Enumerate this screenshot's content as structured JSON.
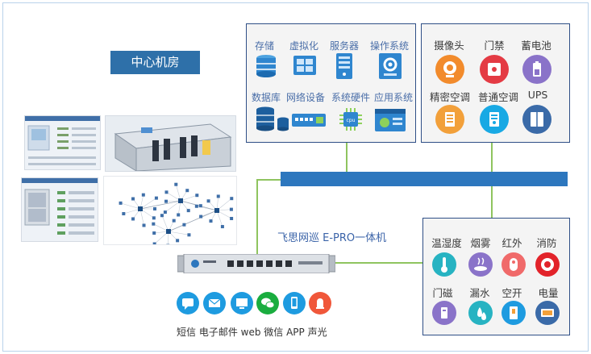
{
  "center_title": "中心机房",
  "product_name": "飞思网巡 E-PRO一体机",
  "notify_caption": "短信 电子邮件 web 微信 APP 声光",
  "it_panel": {
    "row1": [
      "存储",
      "虚拟化",
      "服务器",
      "操作系统"
    ],
    "row2": [
      "数据库",
      "网络设备",
      "系统硬件",
      "应用系统"
    ]
  },
  "security_panel": {
    "row1": [
      "摄像头",
      "门禁",
      "蓄电池"
    ],
    "row2": [
      "精密空调",
      "普通空调",
      "UPS"
    ]
  },
  "env_panel": {
    "row1": [
      "温湿度",
      "烟雾",
      "红外",
      "消防"
    ],
    "row2": [
      "门磁",
      "漏水",
      "空开",
      "电量"
    ]
  },
  "colors": {
    "panel_border": "#2f4f86",
    "bus": "#2d77be",
    "connector": "#8fc45f",
    "title_bg": "#2e70a9"
  }
}
